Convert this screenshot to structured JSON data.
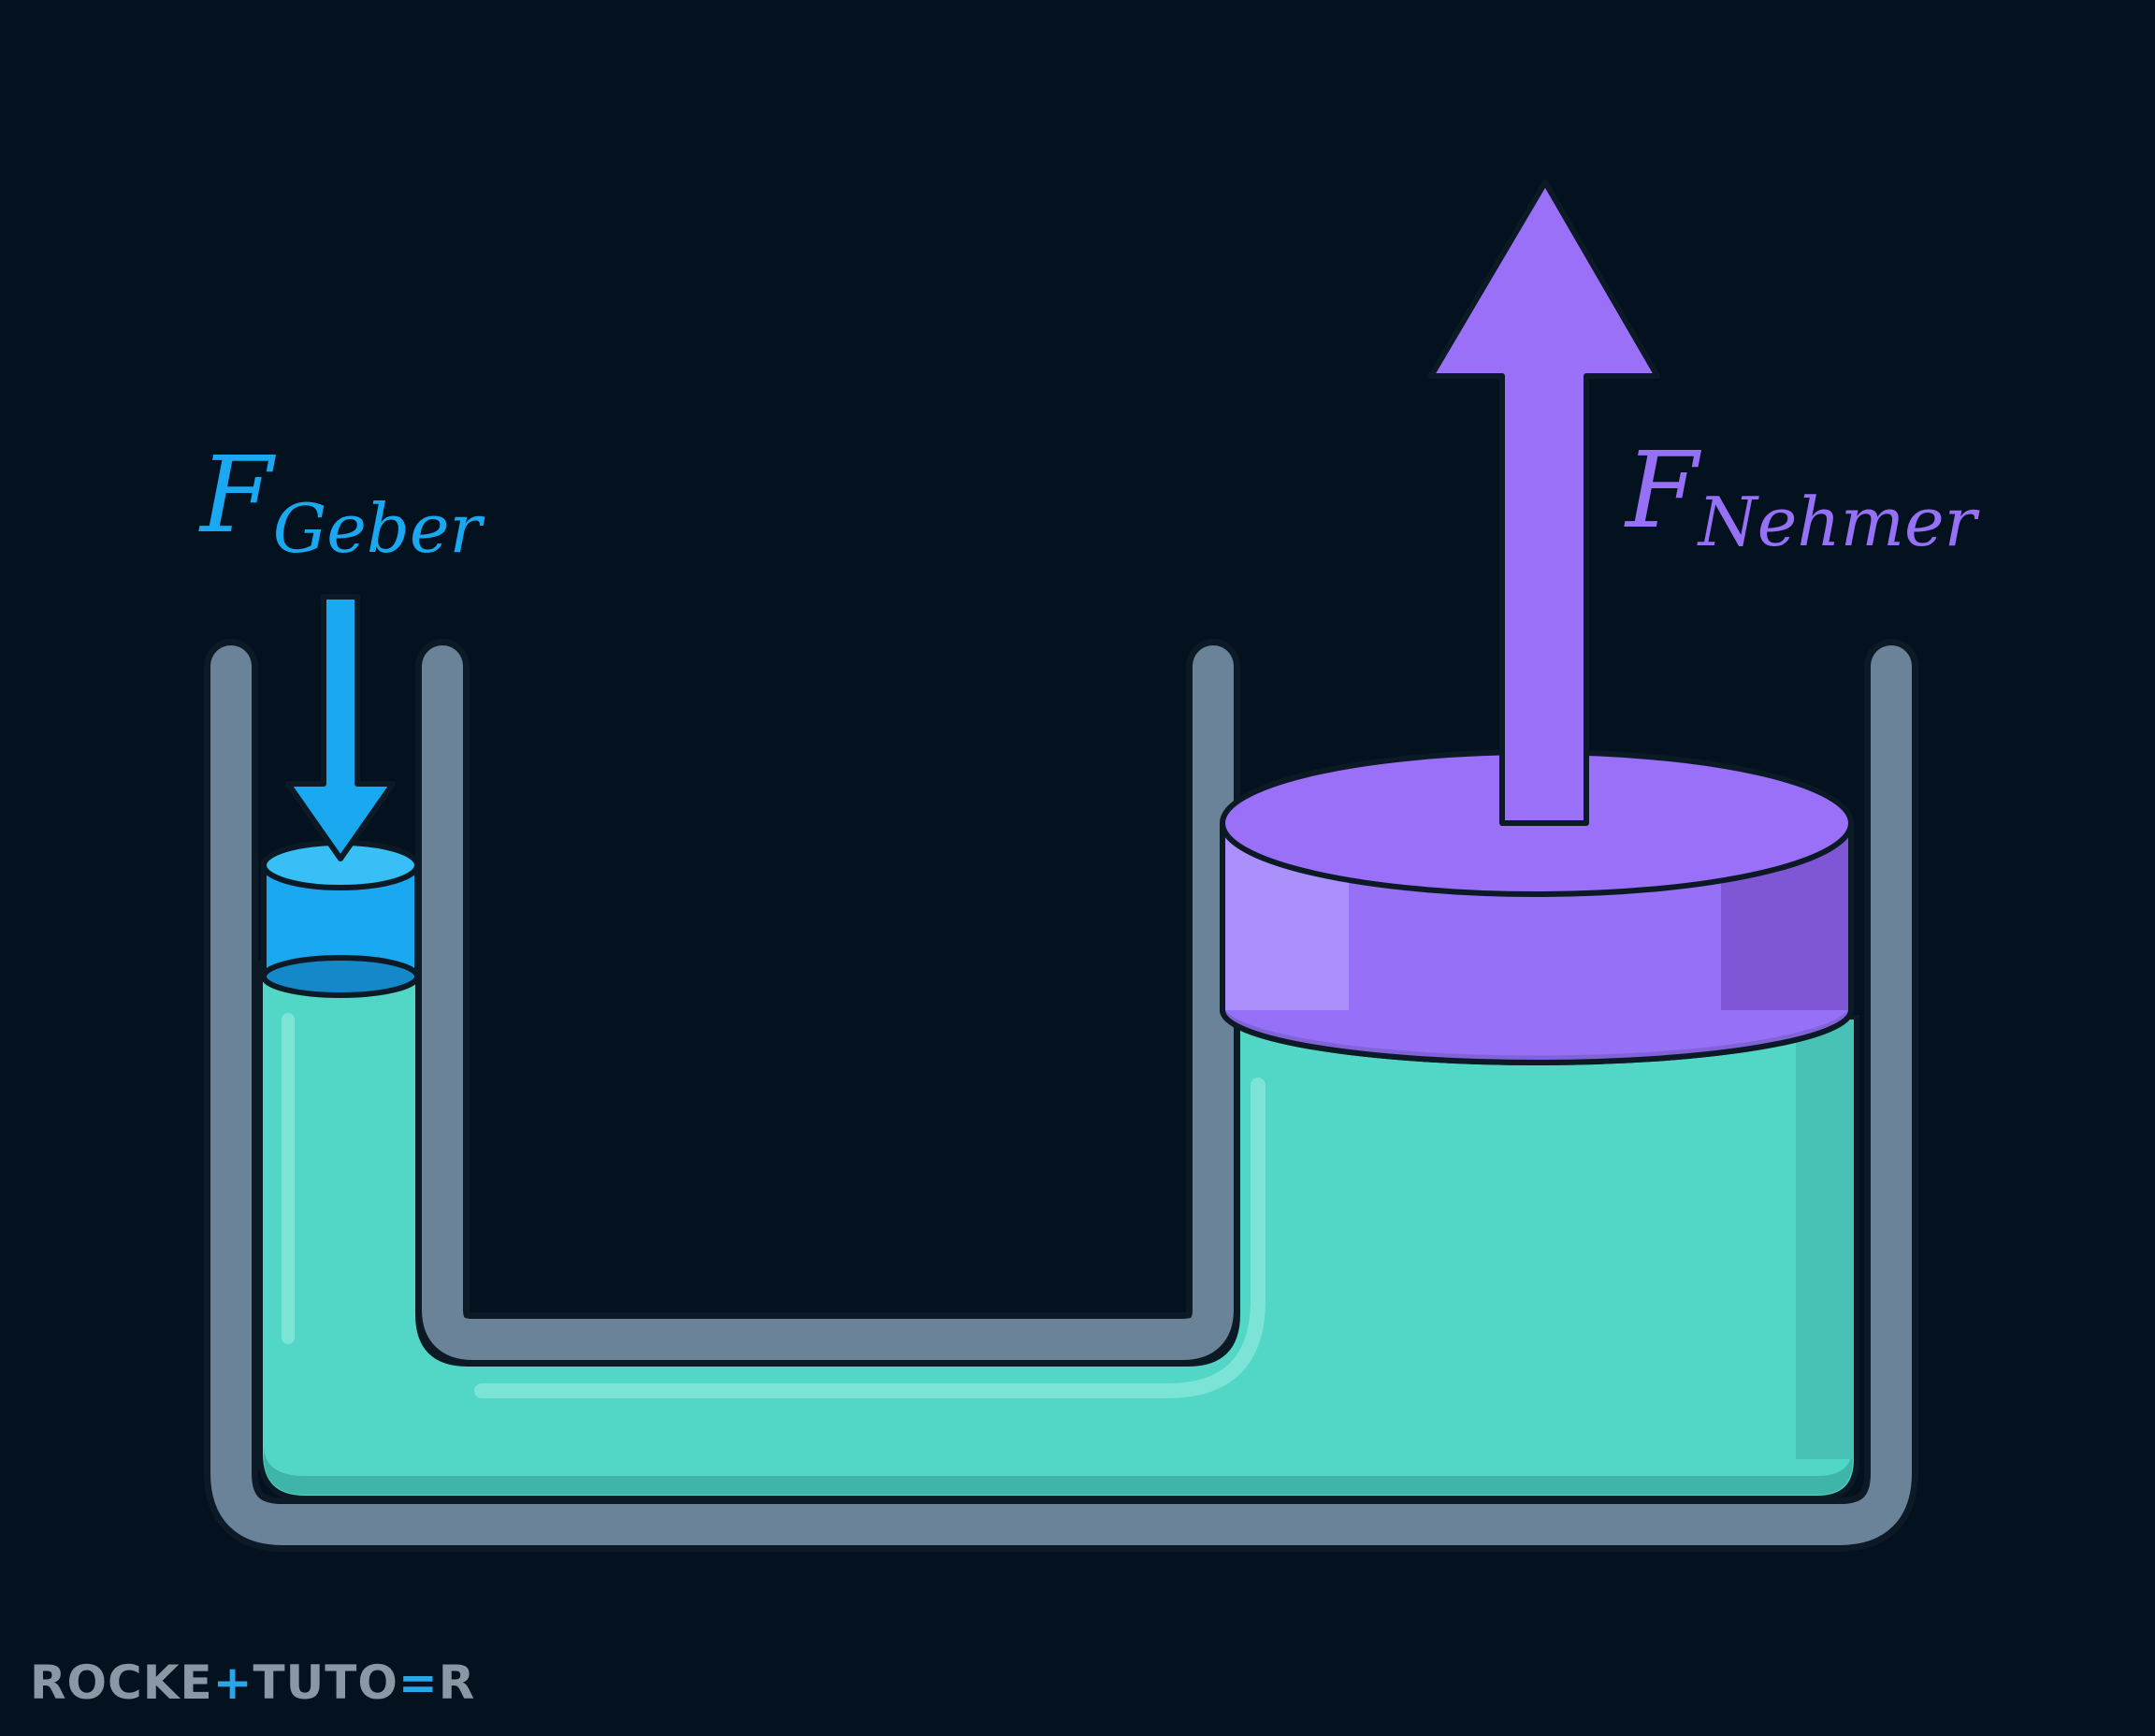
{
  "labels": {
    "input_force_main": "F",
    "input_force_sub": "Geber",
    "output_force_main": "F",
    "output_force_sub": "Nehmer"
  },
  "logo": {
    "part1": "ROCKE",
    "part2": "TUTO",
    "part3": "R"
  },
  "colors": {
    "background": "#03121e",
    "vessel_wall": "#6b8398",
    "fluid": "#52d6c6",
    "input_piston": "#1aa8f0",
    "output_piston": "#9670f6",
    "input_arrow": "#1aa8f0",
    "output_arrow": "#9670f6"
  }
}
